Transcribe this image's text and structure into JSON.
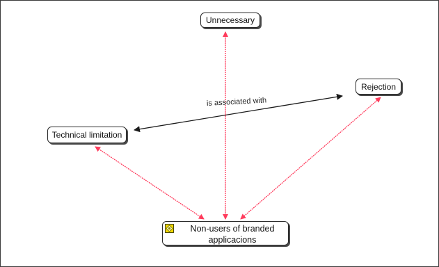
{
  "diagram": {
    "nodes": {
      "unnecessary": {
        "label": "Unnecessary"
      },
      "rejection": {
        "label": "Rejection"
      },
      "technical_limitation": {
        "label": "Technical limitation"
      },
      "non_users": {
        "label": "Non-users of branded applicacions",
        "icon": "document-group-icon"
      }
    },
    "edges": [
      {
        "from": "technical_limitation",
        "to": "rejection",
        "label": "is associated with",
        "color": "#1a1a1a",
        "directed": "both"
      },
      {
        "from": "non_users",
        "to": "unnecessary",
        "label": "",
        "color": "#ff3b5c",
        "directed": "both"
      },
      {
        "from": "non_users",
        "to": "rejection",
        "label": "",
        "color": "#ff3b5c",
        "directed": "both"
      },
      {
        "from": "non_users",
        "to": "technical_limitation",
        "label": "",
        "color": "#ff3b5c",
        "directed": "both"
      }
    ],
    "colors": {
      "association_line": "#1a1a1a",
      "relation_line": "#ff3b5c",
      "node_border": "#2a2a2a",
      "icon_fill": "#f2d600"
    }
  }
}
